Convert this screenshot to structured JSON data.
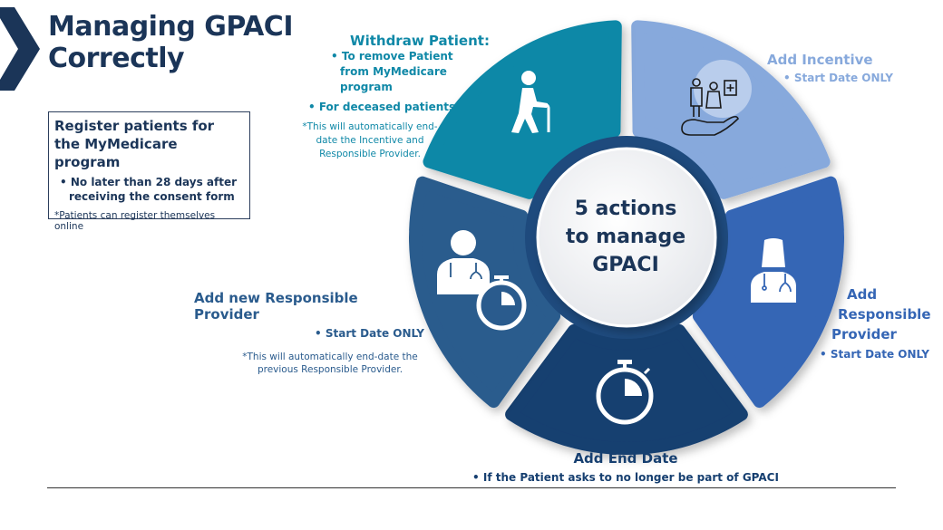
{
  "title": [
    "Managing GPACI",
    "Correctly"
  ],
  "register": {
    "heading": "Register patients for the MyMedicare program",
    "bullet": "• No later than 28 days after receiving the consent form",
    "note": "*Patients can register themselves online"
  },
  "center": {
    "lines": [
      "5 actions",
      "to manage",
      "GPACI"
    ]
  },
  "actions": {
    "withdraw": {
      "title": "Withdraw Patient:",
      "bullets": [
        "• To remove Patient from MyMedicare program",
        "• For deceased patients"
      ],
      "note": "*This will automatically end-date the Incentive and Responsible Provider.",
      "icon": "elderly-person-cane-icon",
      "color": "#0f88a7"
    },
    "incentive": {
      "title": "Add Incentive",
      "bullet": "• Start Date ONLY",
      "icon": "care-hand-patients-icon",
      "color": "#87a9dc"
    },
    "responsible": {
      "title": [
        "Add",
        "Responsible",
        "Provider"
      ],
      "bullet": "• Start Date ONLY",
      "icon": "female-doctor-icon",
      "color": "#3566b5"
    },
    "enddate": {
      "title": "Add End Date",
      "bullet": "• If the Patient asks to no longer be part of GPACI",
      "icon": "stopwatch-icon",
      "color": "#163f70"
    },
    "newrp": {
      "title": "Add new Responsible Provider",
      "bullet": "• Start Date ONLY",
      "note": "*This will automatically end-date the previous Responsible Provider.",
      "icon": "doctor-stopwatch-icon",
      "color": "#2a5b8d"
    }
  }
}
